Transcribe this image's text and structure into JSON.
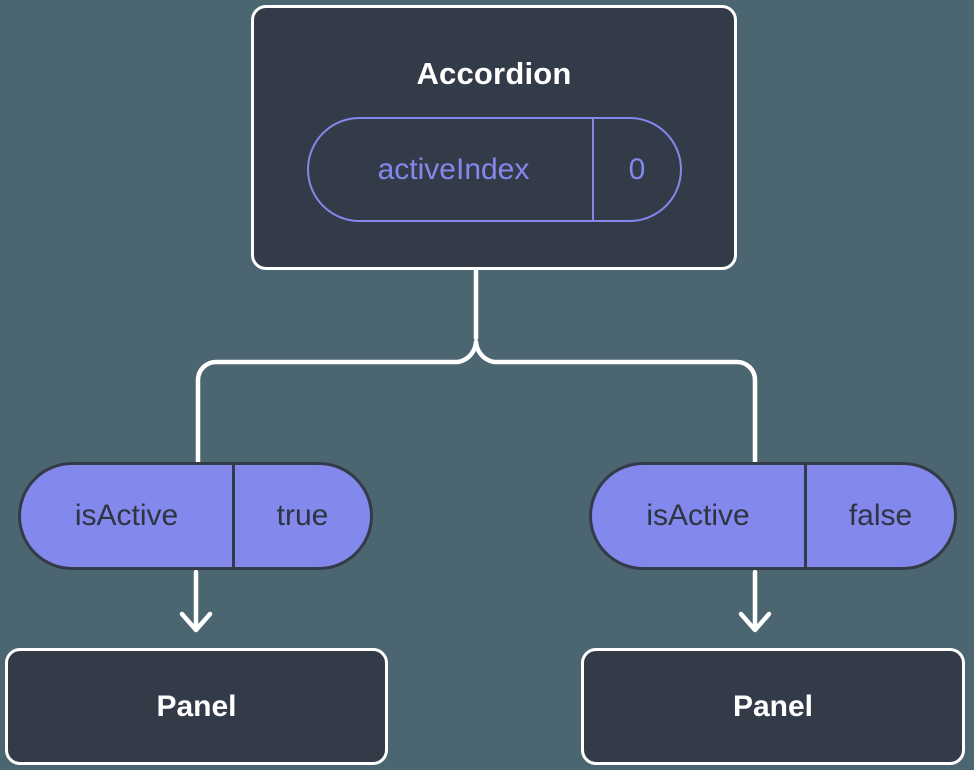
{
  "diagram": {
    "type": "component-state-tree",
    "background_color": "#4b6670",
    "node_fill_color": "#343b48",
    "node_border_color": "#ffffff",
    "accent_color": "#8288ec",
    "connector_color": "#ffffff",
    "root": {
      "title": "Accordion",
      "state": {
        "key": "activeIndex",
        "value": "0"
      }
    },
    "branches": [
      {
        "prop": {
          "key": "isActive",
          "value": "true"
        },
        "child": {
          "title": "Panel"
        }
      },
      {
        "prop": {
          "key": "isActive",
          "value": "false"
        },
        "child": {
          "title": "Panel"
        }
      }
    ]
  }
}
